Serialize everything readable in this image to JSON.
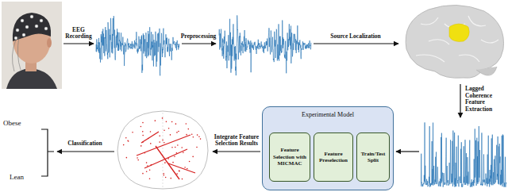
{
  "diagram": {
    "nodes": [
      {
        "text": [
          "Experimental Model"
        ]
      },
      {
        "text": [
          "Feature Selection with MICMAC"
        ],
        "in": 0
      },
      {
        "text": [
          "Feature Preselection"
        ],
        "in": 0
      },
      {
        "text": [
          "Train/Test Split"
        ],
        "in": 0
      }
    ],
    "labels": [
      "EEG Recording",
      "Preprocessing",
      "Source Localization",
      "Lagged Coherence Feature Extraction",
      "Integrate Feature Selection Results",
      "Classification",
      "Obese",
      "Lean"
    ]
  }
}
